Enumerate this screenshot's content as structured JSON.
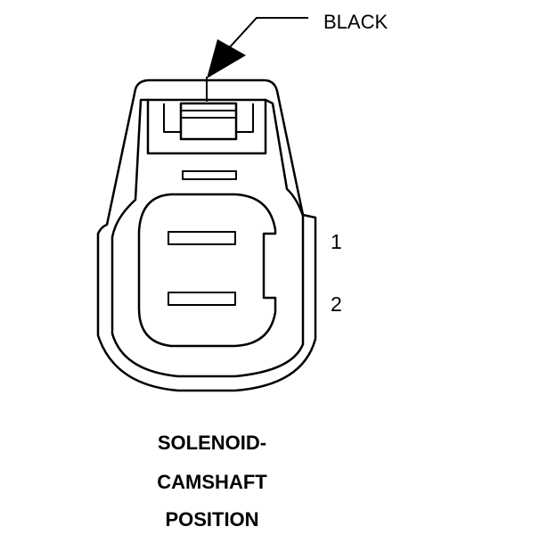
{
  "diagram": {
    "wire_color_label": "BLACK",
    "pins": [
      {
        "label": "1"
      },
      {
        "label": "2"
      }
    ],
    "title_lines": [
      "SOLENOID-",
      "CAMSHAFT",
      "POSITION"
    ]
  }
}
